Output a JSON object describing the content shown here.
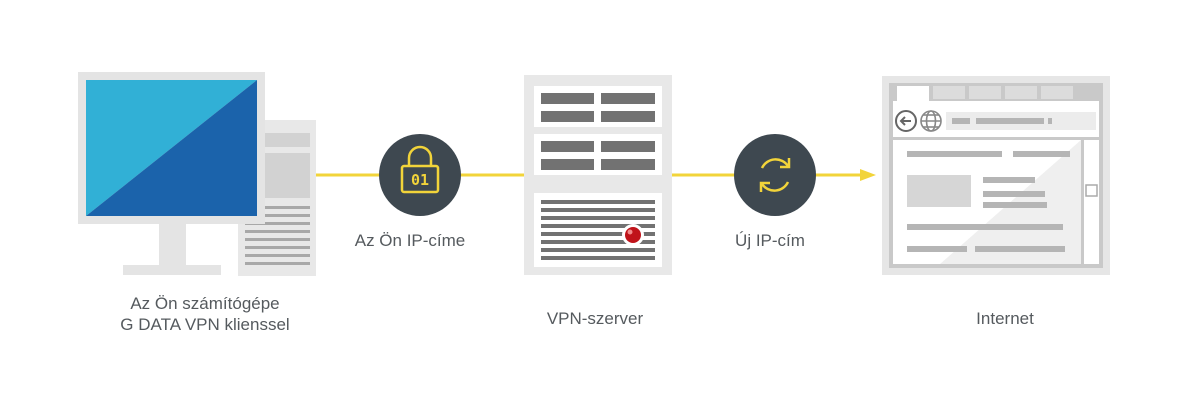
{
  "nodes": {
    "computer": {
      "line1": "Az Ön számítógépe",
      "line2": "G DATA VPN klienssel"
    },
    "vpn_server": {
      "label": "VPN-szerver"
    },
    "internet": {
      "label": "Internet"
    }
  },
  "connections": {
    "your_ip": {
      "label": "Az Ön IP-címe",
      "icon": "lock-icon",
      "lock_text": "01"
    },
    "new_ip": {
      "label": "Új IP-cím",
      "icon": "refresh-icon"
    }
  },
  "colors": {
    "connector": "#f2d43a",
    "badge": "#3e4850",
    "badge_icon": "#f2d43a",
    "monitor_light": "#31b0d6",
    "monitor_dark": "#1b63ab",
    "device_frame": "#e8e8e8",
    "device_detail": "#9a9a9a",
    "server_led": "#c0131a",
    "label_text": "#555a5e"
  }
}
